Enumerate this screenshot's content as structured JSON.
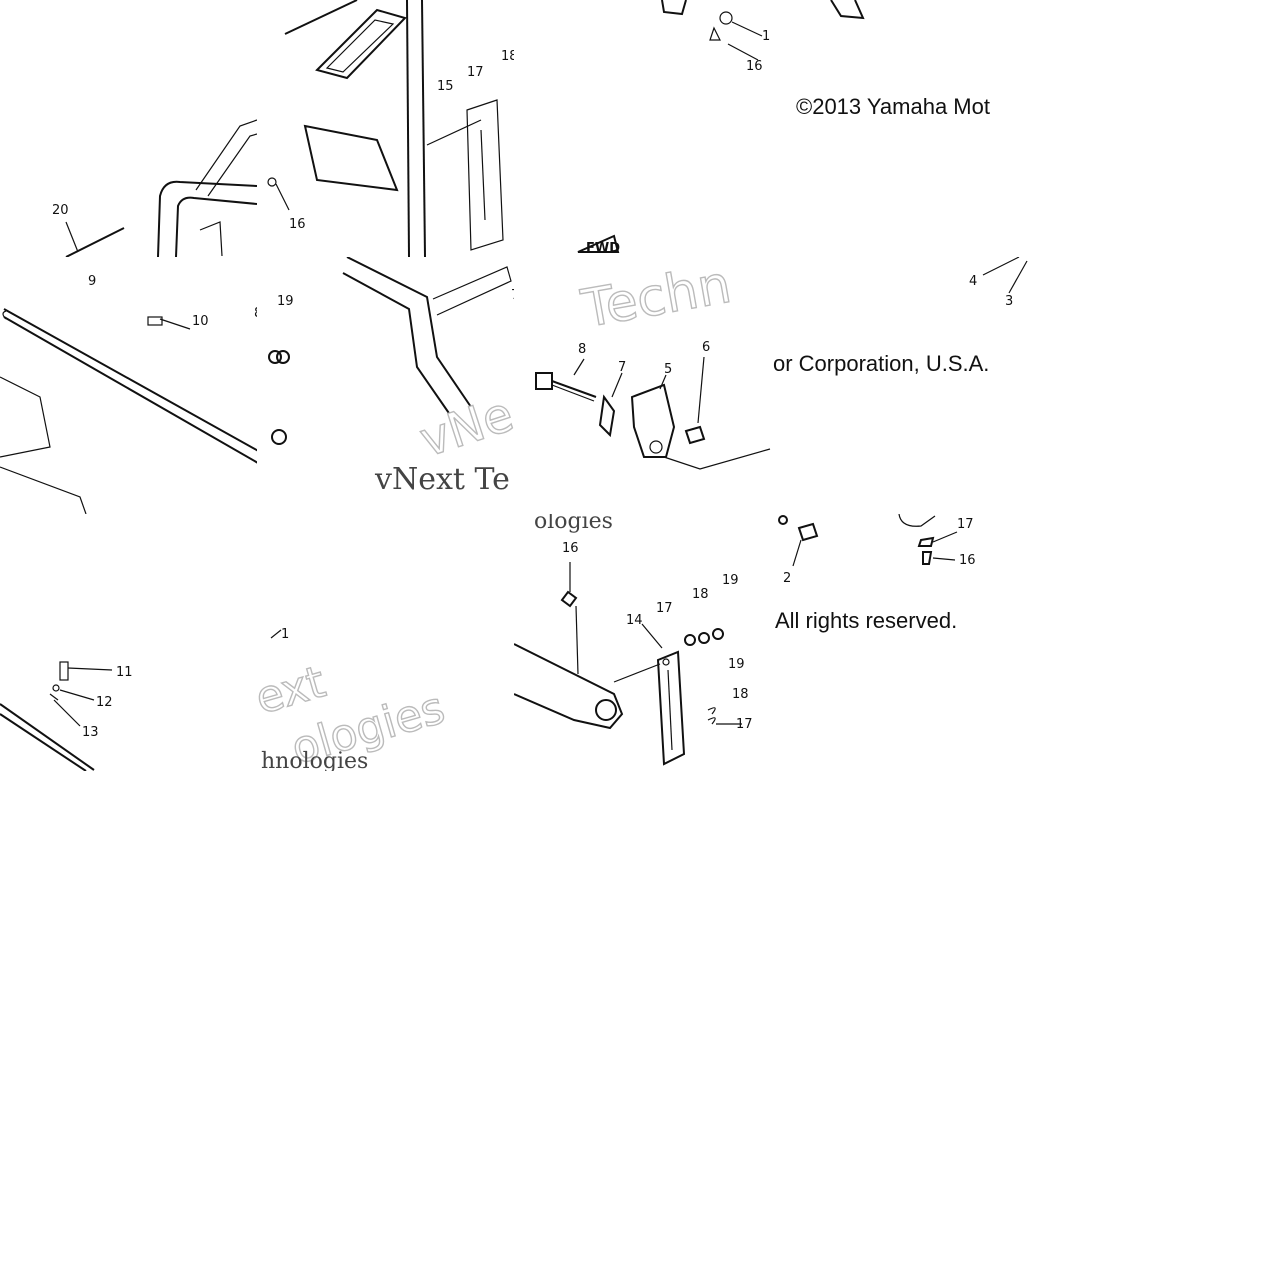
{
  "copyright": {
    "part1": "©2013 Yamaha Mot",
    "part2": "or Corporation, U.S.A.",
    "part3": "All rights reserved."
  },
  "fwd_mark": "FWD",
  "watermark": {
    "t1": "Techn",
    "t2": "vNe",
    "t3": "vNext Te",
    "t4": "ologies",
    "t5": "ext",
    "t6": "ologies",
    "t7": "hnologies"
  },
  "callouts": {
    "t01": [
      "17",
      "18",
      "15",
      "16"
    ],
    "t02": [
      "17",
      "16"
    ],
    "t03": [
      "20"
    ],
    "t04": [
      "9",
      "10",
      "19",
      "18",
      "17",
      "19",
      "8"
    ],
    "t05": [
      "7"
    ],
    "t06": [
      "8",
      "7",
      "5",
      "6"
    ],
    "t07": [
      "4",
      "3"
    ],
    "t08": [
      "1"
    ],
    "t09": [
      "11",
      "12",
      "13"
    ],
    "t10": [
      "16",
      "14",
      "17",
      "18",
      "19",
      "19",
      "18",
      "17"
    ],
    "t11": [
      "2",
      "17",
      "16"
    ]
  }
}
